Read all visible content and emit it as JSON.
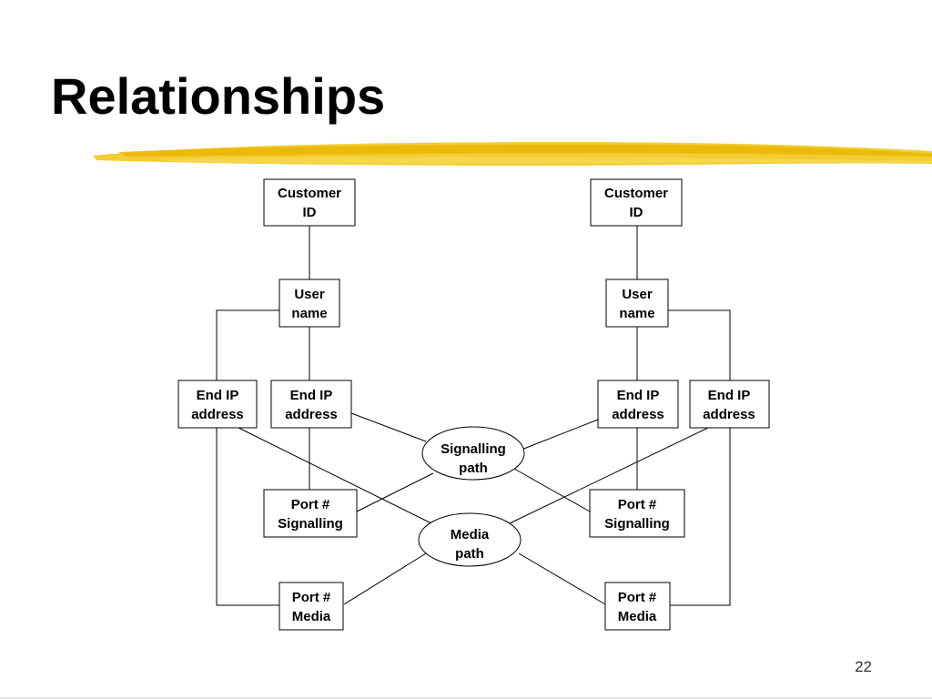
{
  "slide": {
    "title": "Relationships",
    "page_number": "22",
    "accent_color": "#F2C81E"
  },
  "diagram": {
    "left_customer_id": [
      "Customer",
      "ID"
    ],
    "left_user_name": [
      "User",
      "name"
    ],
    "left_end_ip_outer": [
      "End IP",
      "address"
    ],
    "left_end_ip_inner": [
      "End IP",
      "address"
    ],
    "left_port_signalling": [
      "Port #",
      "Signalling"
    ],
    "left_port_media": [
      "Port #",
      "Media"
    ],
    "signalling_path": [
      "Signalling",
      "path"
    ],
    "media_path": [
      "Media",
      "path"
    ],
    "right_customer_id": [
      "Customer",
      "ID"
    ],
    "right_user_name": [
      "User",
      "name"
    ],
    "right_end_ip_inner": [
      "End IP",
      "address"
    ],
    "right_end_ip_outer": [
      "End IP",
      "address"
    ],
    "right_port_signalling": [
      "Port #",
      "Signalling"
    ],
    "right_port_media": [
      "Port #",
      "Media"
    ]
  }
}
